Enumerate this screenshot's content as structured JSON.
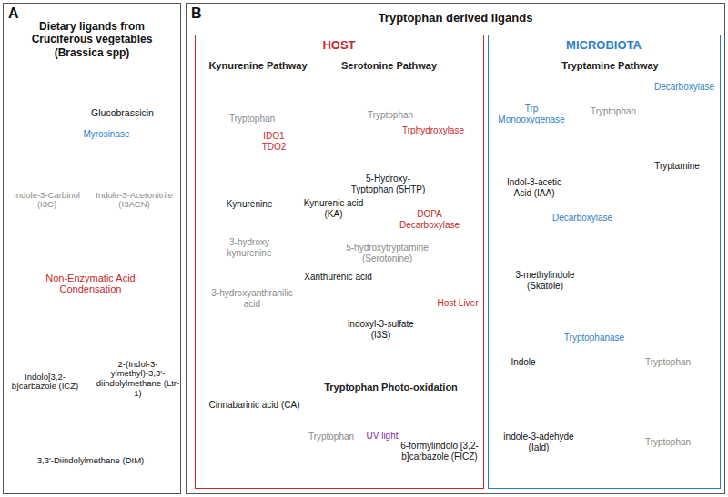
{
  "diagram": {
    "nodes": [
      {
        "text": [
          "A",
          "Dietary ligands from Cruciferous vegetables (Brassica spp)"
        ]
      },
      {
        "text": [
          "Glucobrassicin"
        ],
        "in": 0
      },
      {
        "text": [
          "Indole-3-Carbinol (I3C)"
        ],
        "in": 0
      },
      {
        "text": [
          "Indole-3-Acetonitrile (I3ACN)"
        ],
        "in": 0
      },
      {
        "text": [
          "Non-Enzymatic Acid Condensation"
        ],
        "in": 0
      },
      {
        "text": [
          "Indolo[3,2-b]carbazole (ICZ)"
        ],
        "in": 0
      },
      {
        "text": [
          "3,3'-Diindolylmethane (DIM)"
        ],
        "in": 0
      },
      {
        "text": [
          "2-(Indol-3-ylmethyl)-3,3'-diindolylmethane (Ltr-1)"
        ],
        "in": 0
      },
      {
        "text": [
          "B",
          "Tryptophan derived ligands"
        ]
      },
      {
        "text": [
          "HOST"
        ],
        "in": 8
      },
      {
        "text": [
          "MICROBIOTA"
        ],
        "in": 8
      },
      {
        "text": [
          "Tryptophan"
        ],
        "in": 9
      },
      {
        "text": [
          "Kynurenine"
        ],
        "in": 9
      },
      {
        "text": [
          "Kynurenic acid (KA)"
        ],
        "in": 9
      },
      {
        "text": [
          "3-hydroxy kynurenine"
        ],
        "in": 9
      },
      {
        "text": [
          "Xanthurenic acid"
        ],
        "in": 9
      },
      {
        "text": [
          "3-hydroxyanthranilic acid"
        ],
        "in": 9
      },
      {
        "text": [
          "Cinnabarinic acid (CA)"
        ],
        "in": 9
      },
      {
        "text": [
          "Tryptophan"
        ],
        "in": 9
      },
      {
        "text": [
          "5-Hydroxy-Typtophan (5HTP)"
        ],
        "in": 9
      },
      {
        "text": [
          "5-hydroxytryptamine (Serotonine)"
        ],
        "in": 9
      },
      {
        "text": [
          "indoxyl-3-sulfate (I3S)"
        ],
        "in": 9
      },
      {
        "text": [
          "Tryptophan"
        ],
        "in": 9
      },
      {
        "text": [
          "6-formylindolo [3,2-b]carbazole (FICZ)"
        ],
        "in": 9
      },
      {
        "text": [
          "Tryptophan"
        ],
        "in": 10
      },
      {
        "text": [
          "Indol-3-acetic Acid (IAA)"
        ],
        "in": 10
      },
      {
        "text": [
          "Tryptamine"
        ],
        "in": 10
      },
      {
        "text": [
          "3-methylindole (Skatole)"
        ],
        "in": 10
      },
      {
        "text": [
          "Indole"
        ],
        "in": 10
      },
      {
        "text": [
          "Tryptophan"
        ],
        "in": 10
      },
      {
        "text": [
          "indole-3-adehyde (Iald)"
        ],
        "in": 10
      },
      {
        "text": [
          "Tryptophan"
        ],
        "in": 10
      }
    ],
    "edges": [
      {
        "from": 1,
        "to": 2,
        "arrow": "to"
      },
      {
        "from": 1,
        "to": 3,
        "arrow": "to"
      },
      {
        "from": 2,
        "to": 4,
        "arrow": "none"
      },
      {
        "from": 3,
        "to": 4,
        "arrow": "none"
      },
      {
        "from": 4,
        "to": 5,
        "arrow": "to"
      },
      {
        "from": 4,
        "to": 6,
        "arrow": "to"
      },
      {
        "from": 4,
        "to": 7,
        "arrow": "to"
      },
      {
        "from": 11,
        "to": 12,
        "arrow": "to",
        "label": "IDO1 TDO2"
      },
      {
        "from": 12,
        "to": 13,
        "arrow": "to"
      },
      {
        "from": 12,
        "to": 14,
        "arrow": "to"
      },
      {
        "from": 14,
        "to": 15,
        "arrow": "to"
      },
      {
        "from": 14,
        "to": 16,
        "arrow": "to"
      },
      {
        "from": 16,
        "to": 17,
        "arrow": "to"
      },
      {
        "from": 18,
        "to": 19,
        "arrow": "to",
        "label": "Trphydroxylase"
      },
      {
        "from": 19,
        "to": 20,
        "arrow": "to",
        "label": "DOPA Decarboxylase"
      },
      {
        "from": 22,
        "to": 23,
        "arrow": "to",
        "label": "UV light"
      },
      {
        "from": 24,
        "to": 25,
        "arrow": "to",
        "label": "Trp Monooxygenase"
      },
      {
        "from": 24,
        "to": 26,
        "arrow": "to",
        "label": "Decarboxylase"
      },
      {
        "from": 25,
        "to": 27,
        "arrow": "to",
        "label": "Decarboxylase"
      },
      {
        "from": 29,
        "to": 28,
        "arrow": "to",
        "label": "Tryptophanase"
      },
      {
        "from": 28,
        "to": 21,
        "arrow": "to",
        "label": "Host Liver"
      },
      {
        "from": 31,
        "to": 30,
        "arrow": "to"
      }
    ],
    "labels": [
      "Myrosinase",
      "Kynurenine Pathway",
      "Serotonine Pathway",
      "Tryptophan Photo-oxidation",
      "Tryptamine Pathway"
    ]
  }
}
